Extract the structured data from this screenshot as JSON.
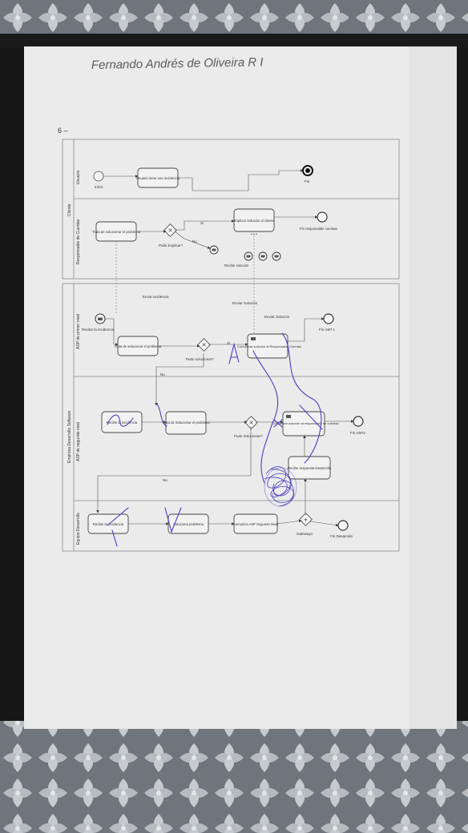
{
  "header": {
    "handwritten_title": "Fernando Andrés de Oliveira R I",
    "page_number": "6 –"
  },
  "pools": {
    "cliente": {
      "name": "Cliente",
      "lanes": {
        "usuario": "Usuario",
        "responsable": "Responsable de Cuentas"
      }
    },
    "empresa": {
      "name": "Empresa Desarrollo Software",
      "lanes": {
        "asp1": "ASP de primer nivel",
        "asp2": "ASP de segundo nivel",
        "equipo": "Equipo Desarrollo"
      }
    }
  },
  "labels": {
    "inicio": "Inicio",
    "usuario_tiene": "Usuario tiene una incidencia",
    "fin": "Fin",
    "trata_solucionar": "Trata de solucionar el problema",
    "pudo_explicar": "Pudo Explicar?",
    "si": "Si",
    "no": "No",
    "explicar_solucion": "Explicar Solución al cliente",
    "fin_responsable": "Fin responsable cuentas",
    "recibe_solucion": "Recibe solución",
    "envia_incidencia": "Envia incidencia",
    "enviar_solucion": "Enviar Solución",
    "recibe_incidencia": "Recibe la incidencia",
    "pudo_solucionar": "Pudo solucionar?",
    "pudo_solucionar2": "Pudo Solucionar?",
    "comunicar_responsable": "Comunicar solución al Responsable Cuentas",
    "comunicar_responsable2": "Comunicar solución al responsable de cuentas",
    "fin_asp1": "Fin ASP 1",
    "fin_asp2": "Fin ASP2",
    "trata_solucionar2": "Trata de Solucionar el problema",
    "recibe_respuesta": "Recibe respuesta Desarrollo",
    "soluciona_problema": "Soluciona problema",
    "comunica_asp": "Comunica ASP Segundo Nivel",
    "gateway": "Gateway1",
    "fin_desarrollo": "Fin Desarrollo"
  },
  "colors": {
    "ink": "#3a3a3a",
    "pen": "#4a3fc0",
    "paper": "#ececec",
    "floor": "#1c1c1c",
    "pattern": "#9aa0a6"
  }
}
